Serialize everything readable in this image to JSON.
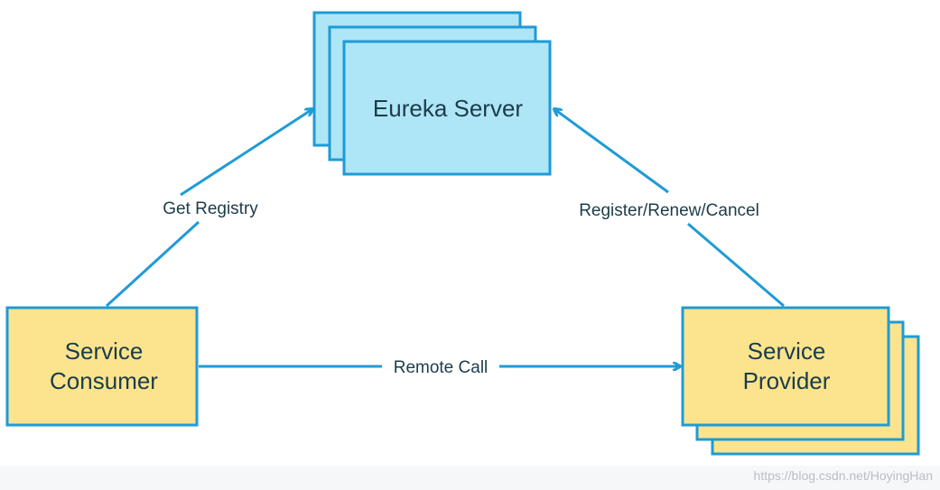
{
  "nodes": {
    "eureka_server": {
      "label": "Eureka Server"
    },
    "service_consumer": {
      "label_line1": "Service",
      "label_line2": "Consumer"
    },
    "service_provider": {
      "label_line1": "Service",
      "label_line2": "Provider"
    }
  },
  "edges": {
    "get_registry": {
      "label": "Get Registry"
    },
    "register_renew_cancel": {
      "label": "Register/Renew/Cancel"
    },
    "remote_call": {
      "label": "Remote Call"
    }
  },
  "watermark": {
    "text": "https://blog.csdn.net/HoyingHan"
  },
  "colors": {
    "server_fill": "#aee6f7",
    "service_fill": "#fbe48d",
    "border": "#1f9bd6",
    "arrow": "#1f9bd6",
    "text": "#1c3c4a"
  }
}
